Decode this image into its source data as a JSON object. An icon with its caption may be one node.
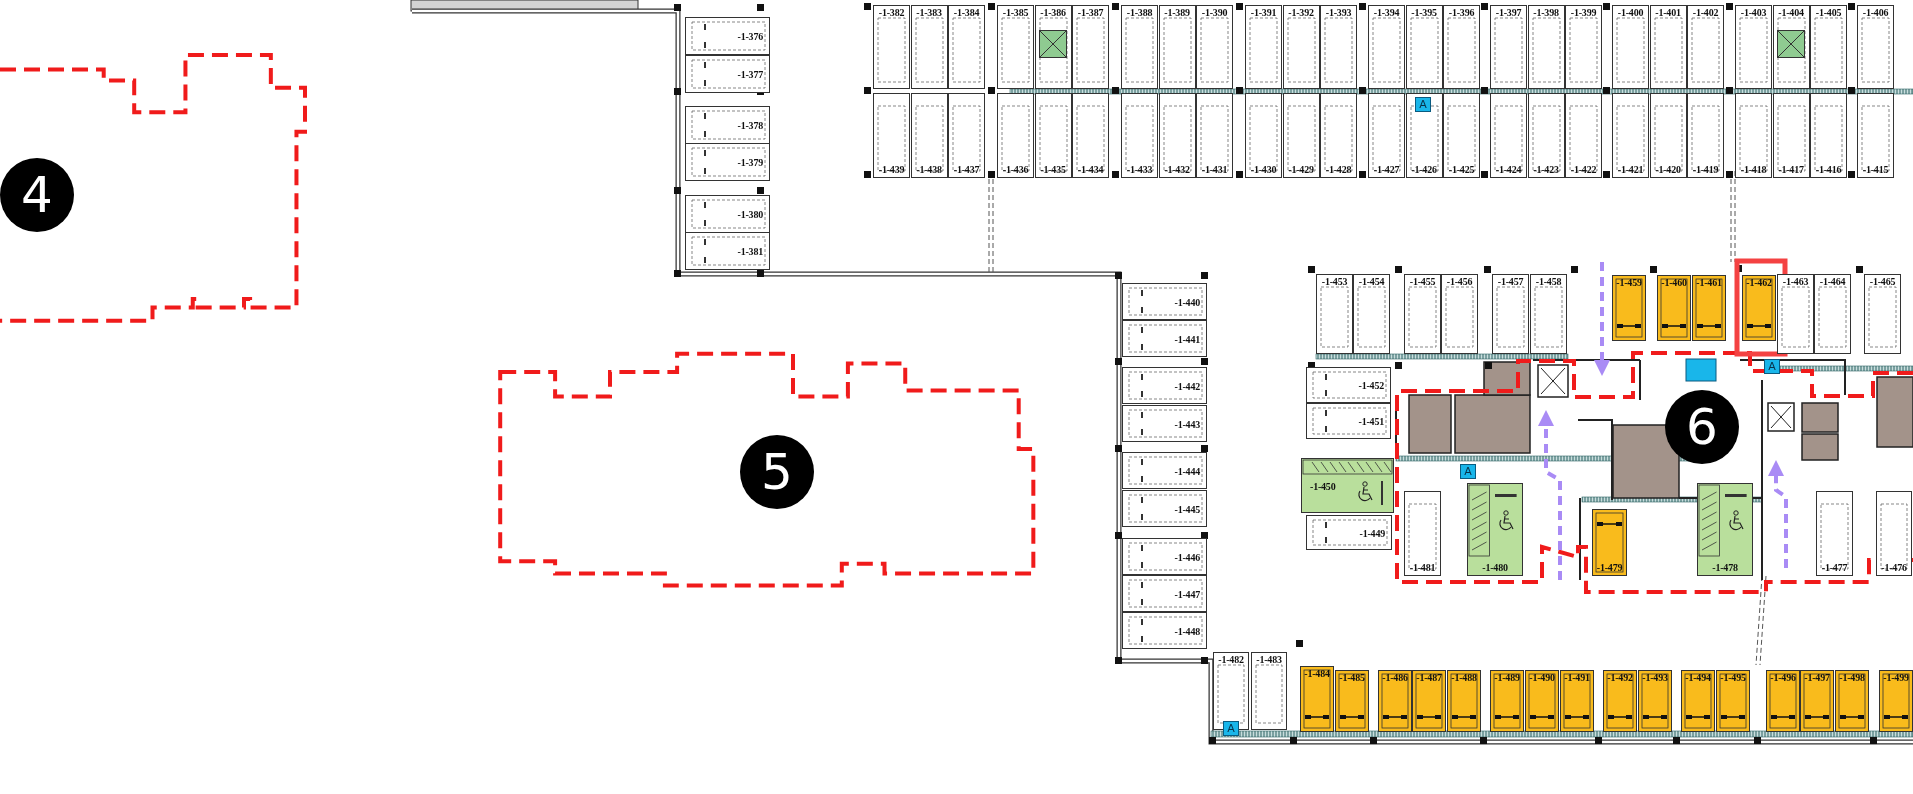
{
  "diagram": {
    "nodes": [
      {
        "text": [
          "-1-382"
        ]
      },
      {
        "text": [
          "-1-383"
        ]
      },
      {
        "text": [
          "-1-384"
        ]
      },
      {
        "text": [
          "-1-385"
        ]
      },
      {
        "text": [
          "-1-386"
        ]
      },
      {
        "text": [
          "-1-387"
        ]
      },
      {
        "text": [
          "-1-388"
        ]
      },
      {
        "text": [
          "-1-389"
        ]
      },
      {
        "text": [
          "-1-390"
        ]
      },
      {
        "text": [
          "-1-391"
        ]
      },
      {
        "text": [
          "-1-392"
        ]
      },
      {
        "text": [
          "-1-393"
        ]
      },
      {
        "text": [
          "-1-394"
        ]
      },
      {
        "text": [
          "-1-395"
        ]
      },
      {
        "text": [
          "-1-396"
        ]
      },
      {
        "text": [
          "-1-397"
        ]
      },
      {
        "text": [
          "-1-398"
        ]
      },
      {
        "text": [
          "-1-399"
        ]
      },
      {
        "text": [
          "-1-400"
        ]
      },
      {
        "text": [
          "-1-401"
        ]
      },
      {
        "text": [
          "-1-402"
        ]
      },
      {
        "text": [
          "-1-403"
        ]
      },
      {
        "text": [
          "-1-404"
        ]
      },
      {
        "text": [
          "-1-405"
        ]
      },
      {
        "text": [
          "-1-406"
        ]
      },
      {
        "text": [
          "-1-439"
        ]
      },
      {
        "text": [
          "-1-438"
        ]
      },
      {
        "text": [
          "-1-437"
        ]
      },
      {
        "text": [
          "-1-436"
        ]
      },
      {
        "text": [
          "-1-435"
        ]
      },
      {
        "text": [
          "-1-434"
        ]
      },
      {
        "text": [
          "-1-433"
        ]
      },
      {
        "text": [
          "-1-432"
        ]
      },
      {
        "text": [
          "-1-431"
        ]
      },
      {
        "text": [
          "-1-430"
        ]
      },
      {
        "text": [
          "-1-429"
        ]
      },
      {
        "text": [
          "-1-428"
        ]
      },
      {
        "text": [
          "-1-427"
        ]
      },
      {
        "text": [
          "-1-426"
        ]
      },
      {
        "text": [
          "-1-425"
        ]
      },
      {
        "text": [
          "-1-424"
        ]
      },
      {
        "text": [
          "-1-423"
        ]
      },
      {
        "text": [
          "-1-422"
        ]
      },
      {
        "text": [
          "-1-421"
        ]
      },
      {
        "text": [
          "-1-420"
        ]
      },
      {
        "text": [
          "-1-419"
        ]
      },
      {
        "text": [
          "-1-418"
        ]
      },
      {
        "text": [
          "-1-417"
        ]
      },
      {
        "text": [
          "-1-416"
        ]
      },
      {
        "text": [
          "-1-415"
        ]
      },
      {
        "text": [
          "-1-376"
        ]
      },
      {
        "text": [
          "-1-377"
        ]
      },
      {
        "text": [
          "-1-378"
        ]
      },
      {
        "text": [
          "-1-379"
        ]
      },
      {
        "text": [
          "-1-380"
        ]
      },
      {
        "text": [
          "-1-381"
        ]
      },
      {
        "text": [
          "-1-440"
        ]
      },
      {
        "text": [
          "-1-441"
        ]
      },
      {
        "text": [
          "-1-442"
        ]
      },
      {
        "text": [
          "-1-443"
        ]
      },
      {
        "text": [
          "-1-444"
        ]
      },
      {
        "text": [
          "-1-445"
        ]
      },
      {
        "text": [
          "-1-446"
        ]
      },
      {
        "text": [
          "-1-447"
        ]
      },
      {
        "text": [
          "-1-448"
        ]
      },
      {
        "text": [
          "-1-453"
        ]
      },
      {
        "text": [
          "-1-454"
        ]
      },
      {
        "text": [
          "-1-455"
        ]
      },
      {
        "text": [
          "-1-456"
        ]
      },
      {
        "text": [
          "-1-457"
        ]
      },
      {
        "text": [
          "-1-458"
        ]
      },
      {
        "text": [
          "-1-459"
        ]
      },
      {
        "text": [
          "-1-460"
        ]
      },
      {
        "text": [
          "-1-461"
        ]
      },
      {
        "text": [
          "-1-462"
        ]
      },
      {
        "text": [
          "-1-463"
        ]
      },
      {
        "text": [
          "-1-464"
        ]
      },
      {
        "text": [
          "-1-465"
        ]
      },
      {
        "text": [
          "-1-452"
        ]
      },
      {
        "text": [
          "-1-451"
        ]
      },
      {
        "text": [
          "-1-450"
        ]
      },
      {
        "text": [
          "-1-449"
        ]
      },
      {
        "text": [
          "-1-481"
        ]
      },
      {
        "text": [
          "-1-480"
        ]
      },
      {
        "text": [
          "-1-479"
        ]
      },
      {
        "text": [
          "-1-478"
        ]
      },
      {
        "text": [
          "-1-477"
        ]
      },
      {
        "text": [
          "-1-476"
        ]
      },
      {
        "text": [
          "-1-482"
        ]
      },
      {
        "text": [
          "-1-483"
        ]
      },
      {
        "text": [
          "-1-484"
        ]
      },
      {
        "text": [
          "-1-485"
        ]
      },
      {
        "text": [
          "-1-486"
        ]
      },
      {
        "text": [
          "-1-487"
        ]
      },
      {
        "text": [
          "-1-488"
        ]
      },
      {
        "text": [
          "-1-489"
        ]
      },
      {
        "text": [
          "-1-490"
        ]
      },
      {
        "text": [
          "-1-491"
        ]
      },
      {
        "text": [
          "-1-492"
        ]
      },
      {
        "text": [
          "-1-493"
        ]
      },
      {
        "text": [
          "-1-494"
        ]
      },
      {
        "text": [
          "-1-495"
        ]
      },
      {
        "text": [
          "-1-496"
        ]
      },
      {
        "text": [
          "-1-497"
        ]
      },
      {
        "text": [
          "-1-498"
        ]
      },
      {
        "text": [
          "-1-499"
        ]
      },
      {
        "text": [
          "4"
        ]
      },
      {
        "text": [
          "5"
        ]
      },
      {
        "text": [
          "6"
        ]
      }
    ],
    "labels": [
      "A",
      "A",
      "A",
      "A"
    ]
  }
}
